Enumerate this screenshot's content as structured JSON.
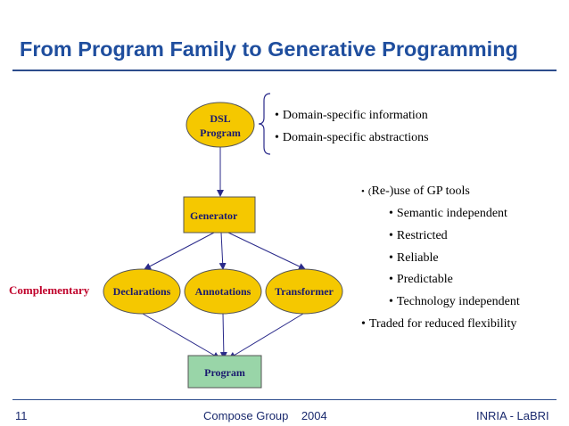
{
  "slide": {
    "title": "From Program Family to Generative Programming"
  },
  "diagram": {
    "nodes": {
      "dsl_line1": "DSL",
      "dsl_line2": "Program",
      "generator": "Generator",
      "declarations": "Declarations",
      "annotations": "Annotations",
      "transformer": "Transformer",
      "program": "Program"
    },
    "side_label": "Complementary",
    "colors": {
      "ellipse_fill": "#f5c800",
      "generator_fill": "#f5c800",
      "program_fill": "#99d5a8",
      "side_label": "#c0002b",
      "title": "#1f4e9e"
    }
  },
  "dsl_points": [
    "Domain-specific information",
    "Domain-specific abstractions"
  ],
  "gp_points": {
    "reuse_prefix": "(",
    "reuse_rest": "Re-)use of GP tools",
    "sub_items": [
      "Semantic independent",
      "Restricted",
      "Reliable",
      "Predictable",
      "Technology independent"
    ],
    "traded": "Traded for reduced flexibility"
  },
  "footer": {
    "page": "11",
    "center": "Compose Group    2004",
    "right": "INRIA - LaBRI"
  }
}
